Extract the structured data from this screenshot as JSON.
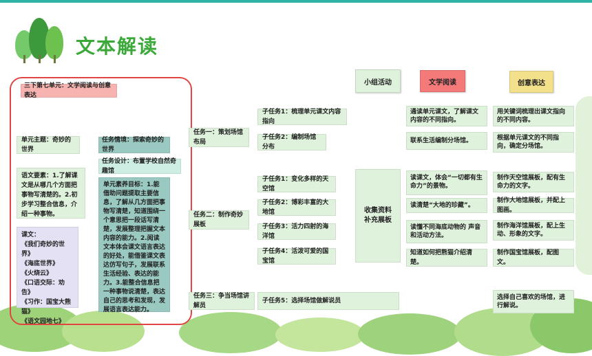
{
  "header": {
    "title": "文本解读",
    "top_bar_color": "#2fb3a4",
    "icon": "tree-logo-icon"
  },
  "unit_box": {
    "title": "三下第七单元：文学阅读与创意表达",
    "theme": "单元主题：奇妙的世界",
    "elements": "语文要素：1.了解课文是从哪几个方面把事物写清楚的。2.初步学习整合信息，介绍一种事物。",
    "lessons_title": "课文：",
    "lessons": [
      "《我们奇妙的世界》",
      "《海底世界》",
      "《火烧云》",
      "《口语交际：劝告》",
      "《习作：国宝大熊猫》",
      "《语文园地七》"
    ]
  },
  "situation": {
    "context": "任务情境：探索奇妙的世界",
    "design": "任务设计：布置学校自然奇趣馆",
    "goals": "单元素养目标：1.能借助问题提取主要信息，了解从几方面把事物写清楚，知道围绕一个意思把一段话写清楚，发展整理把握文本内容的能力。2.阅读文本体会课文语言表达的好处，能借鉴课文表达仿写句子，发展联系生活经验、表达的能力。3.能整合信息把一种事物说清楚，表达自己的思考和发现，发展语言表达能力。"
  },
  "tasks": [
    "任务一：策划场馆布局",
    "任务二：制作奇妙展板",
    "任务三：争当场馆讲解员"
  ],
  "subtasks": [
    "子任务1：梳理单元课文内容指向",
    "子任务2：编制场馆分布",
    "子任务1：变化多样的天空馆",
    "子任务2：博彩丰富的大地馆",
    "子任务3：活力四射的海洋馆",
    "子任务4：活泼可爱的国宝馆",
    "子任务5：选择场馆做解说员"
  ],
  "column_headers": {
    "group": "小组活动",
    "reading": "文学阅读",
    "creative": "创意表达"
  },
  "group_activity": "收集资料\n补充展板",
  "reading_items": [
    "通读单元课文，了解课文内容的不同指向。",
    "联系生活编制分场馆。",
    "读课文，体会“一切都有生命力”的景物。",
    "读清楚“大地的珍藏”。",
    "读懂不同海底动物的 声音和活动方法。",
    "知道如何把熊猫介绍清楚。"
  ],
  "creative_items": [
    "用关键词梳理出课文指向的不同内容。",
    "根据单元课文的不同指向，确定分场馆。",
    "制作天空馆展板，配有生命力的文字。",
    "制作大地馆展板，并配上图画。",
    "制作海洋馆展板，配上生动、形象的文字。",
    "制作国宝馆展板，配图文。",
    "选择自己喜欢的场馆，进行解说。"
  ],
  "colors": {
    "accent_green": "#3aa93a",
    "frame_red": "#e0463f",
    "reading_header": "#f47a7a",
    "creative_header": "#f3e08a",
    "group_header": "#dff2dc"
  }
}
